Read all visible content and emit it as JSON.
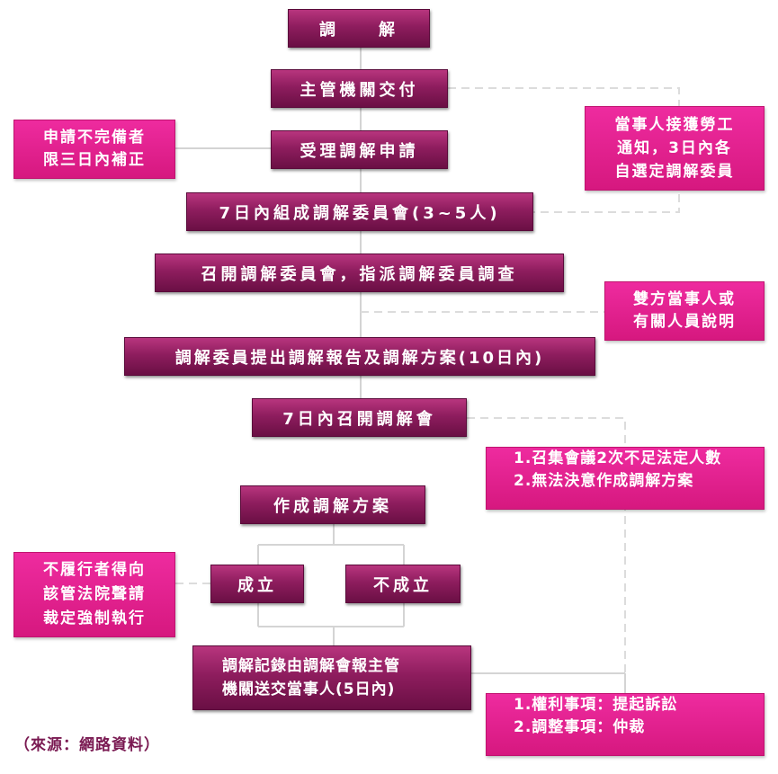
{
  "nodes": {
    "mediation": "調　　解",
    "authority": "主管機關交付",
    "accept": "受理調解申請",
    "form_committee": "7日內組成調解委員會(3~5人)",
    "convene": "召開調解委員會，指派調解委員調查",
    "report": "調解委員提出調解報告及調解方案(10日內)",
    "meeting": "7日內召開調解會",
    "proposal": "作成調解方案",
    "success": "成立",
    "fail": "不成立",
    "record": [
      "調解記錄由調解會報主管",
      "機關送交當事人(5日內)"
    ]
  },
  "notes": {
    "incomplete": [
      "申請不完備者",
      "限三日內補正"
    ],
    "parties_notice": [
      "當事人接獲勞工",
      "通知，3日內各",
      "自選定調解委員"
    ],
    "explain": [
      "雙方當事人或",
      "有關人員說明"
    ],
    "quorum": [
      "1.召集會議2次不足法定人數",
      "2.無法決意作成調解方案"
    ],
    "enforce": [
      "不履行者得向",
      "該管法院聲請",
      "裁定強制執行"
    ],
    "litigation": [
      "1.權利事項：提起訴訟",
      "2.調整事項：仲裁"
    ]
  },
  "source": "（來源：網路資料）",
  "colors": {
    "dark_box": "#8e1d5e",
    "pink_box": "#e0208a",
    "connector": "#d8d8d8"
  }
}
